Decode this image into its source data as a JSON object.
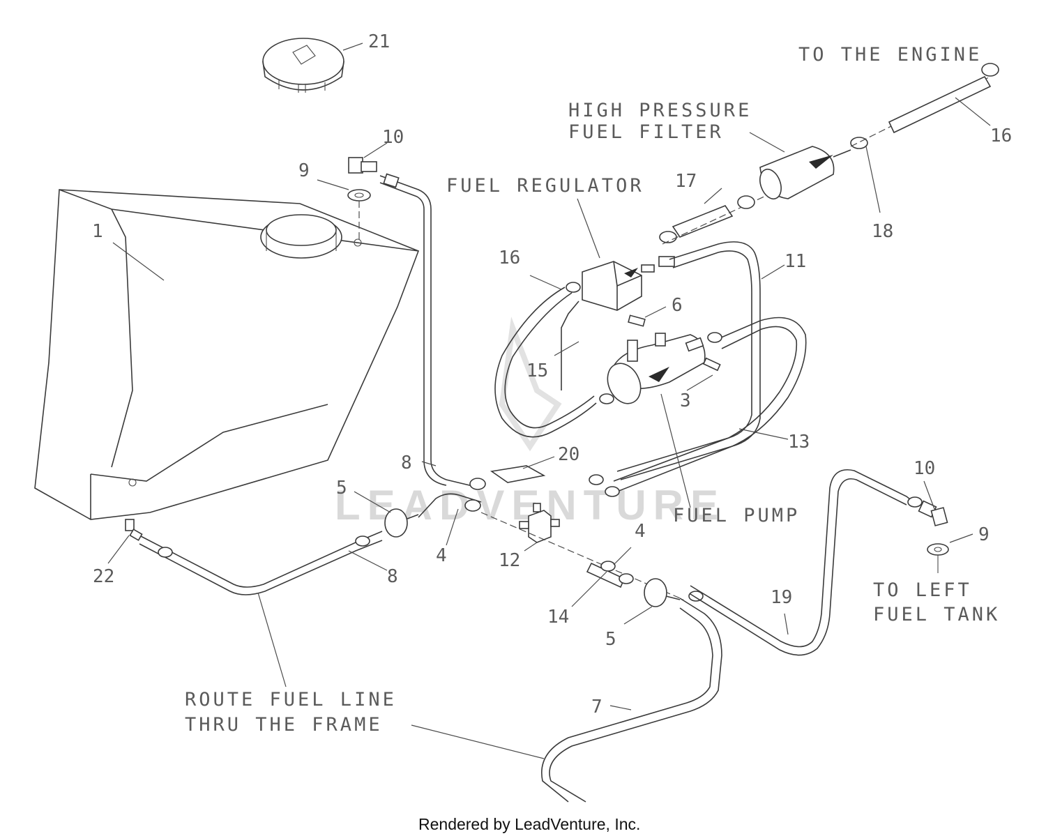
{
  "callouts": {
    "c1": "1",
    "c3": "3",
    "c4a": "4",
    "c4b": "4",
    "c5a": "5",
    "c5b": "5",
    "c6": "6",
    "c7": "7",
    "c8a": "8",
    "c8b": "8",
    "c9a": "9",
    "c9b": "9",
    "c10a": "10",
    "c10b": "10",
    "c11": "11",
    "c12": "12",
    "c13": "13",
    "c14": "14",
    "c15": "15",
    "c16a": "16",
    "c16b": "16",
    "c17": "17",
    "c18": "18",
    "c19": "19",
    "c20": "20",
    "c21": "21",
    "c22": "22"
  },
  "notes": {
    "to_engine": "TO THE ENGINE",
    "hp_filter_1": "HIGH PRESSURE",
    "hp_filter_2": "FUEL FILTER",
    "regulator": "FUEL REGULATOR",
    "pump": "FUEL PUMP",
    "left_tank_1": "TO LEFT",
    "left_tank_2": "FUEL TANK",
    "route_1": "ROUTE FUEL LINE",
    "route_2": "THRU THE FRAME"
  },
  "watermark": "LEADVENTURE",
  "footer": "Rendered by LeadVenture, Inc."
}
